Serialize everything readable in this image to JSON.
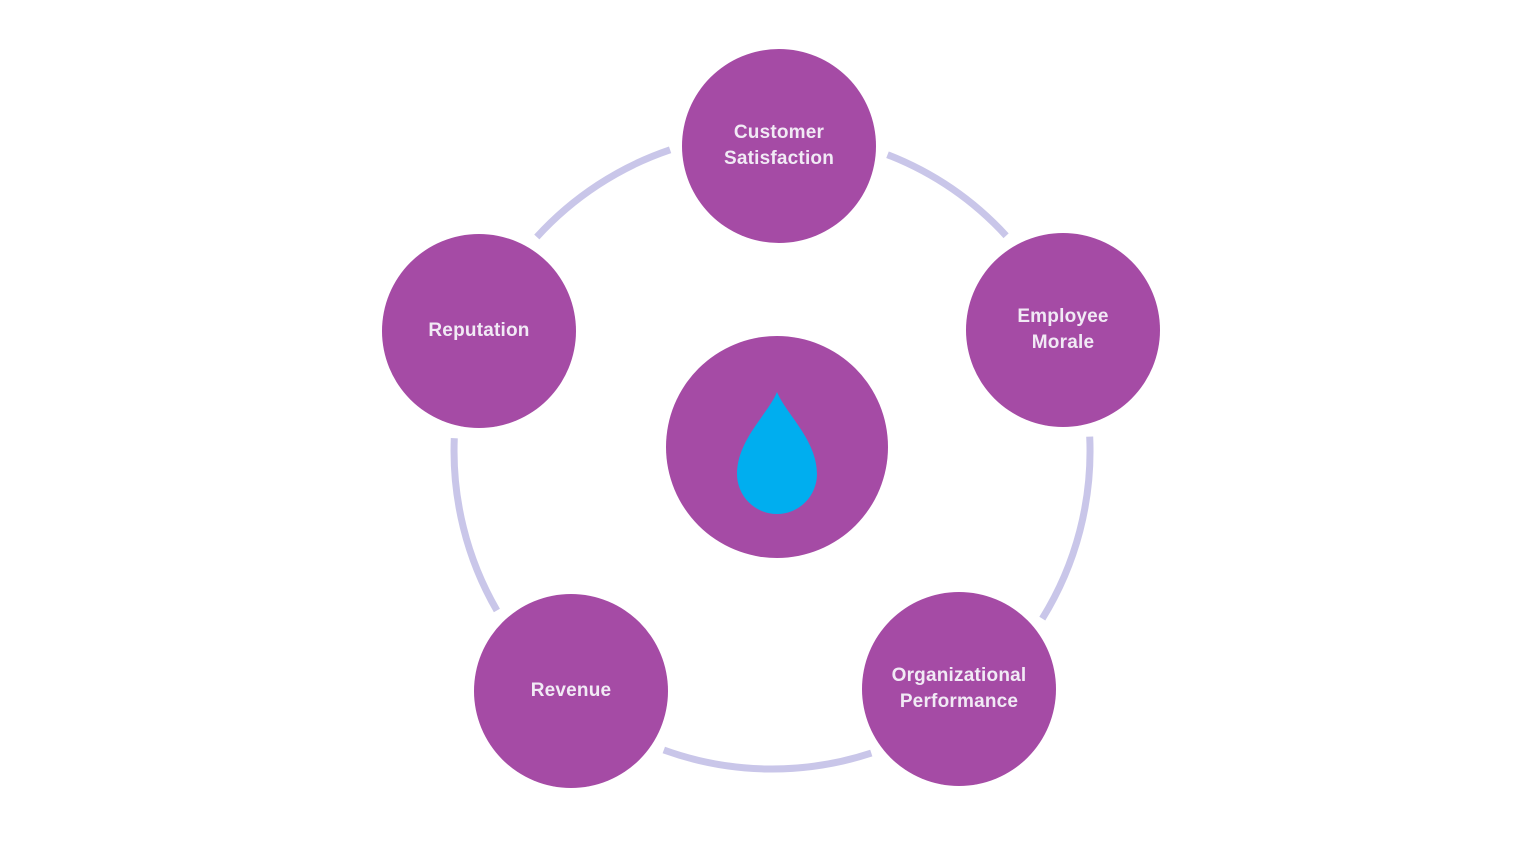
{
  "colors": {
    "background": "#FFFFFF",
    "node_fill": "#A54BA5",
    "ring": "#C9C6E9",
    "droplet": "#00AEEF",
    "label_text": "#F1EAF5"
  },
  "center_node": {
    "icon": "droplet-icon"
  },
  "nodes": [
    {
      "id": "customer-satisfaction",
      "label": "Customer Satisfaction",
      "lines": [
        "Customer",
        "Satisfaction"
      ]
    },
    {
      "id": "employee-morale",
      "label": "Employee Morale",
      "lines": [
        "Employee",
        "Morale"
      ]
    },
    {
      "id": "organizational-performance",
      "label": "Organizational Performance",
      "lines": [
        "Organizational",
        "Performance"
      ]
    },
    {
      "id": "revenue",
      "label": "Revenue",
      "lines": [
        "Revenue"
      ]
    },
    {
      "id": "reputation",
      "label": "Reputation",
      "lines": [
        "Reputation"
      ]
    }
  ]
}
